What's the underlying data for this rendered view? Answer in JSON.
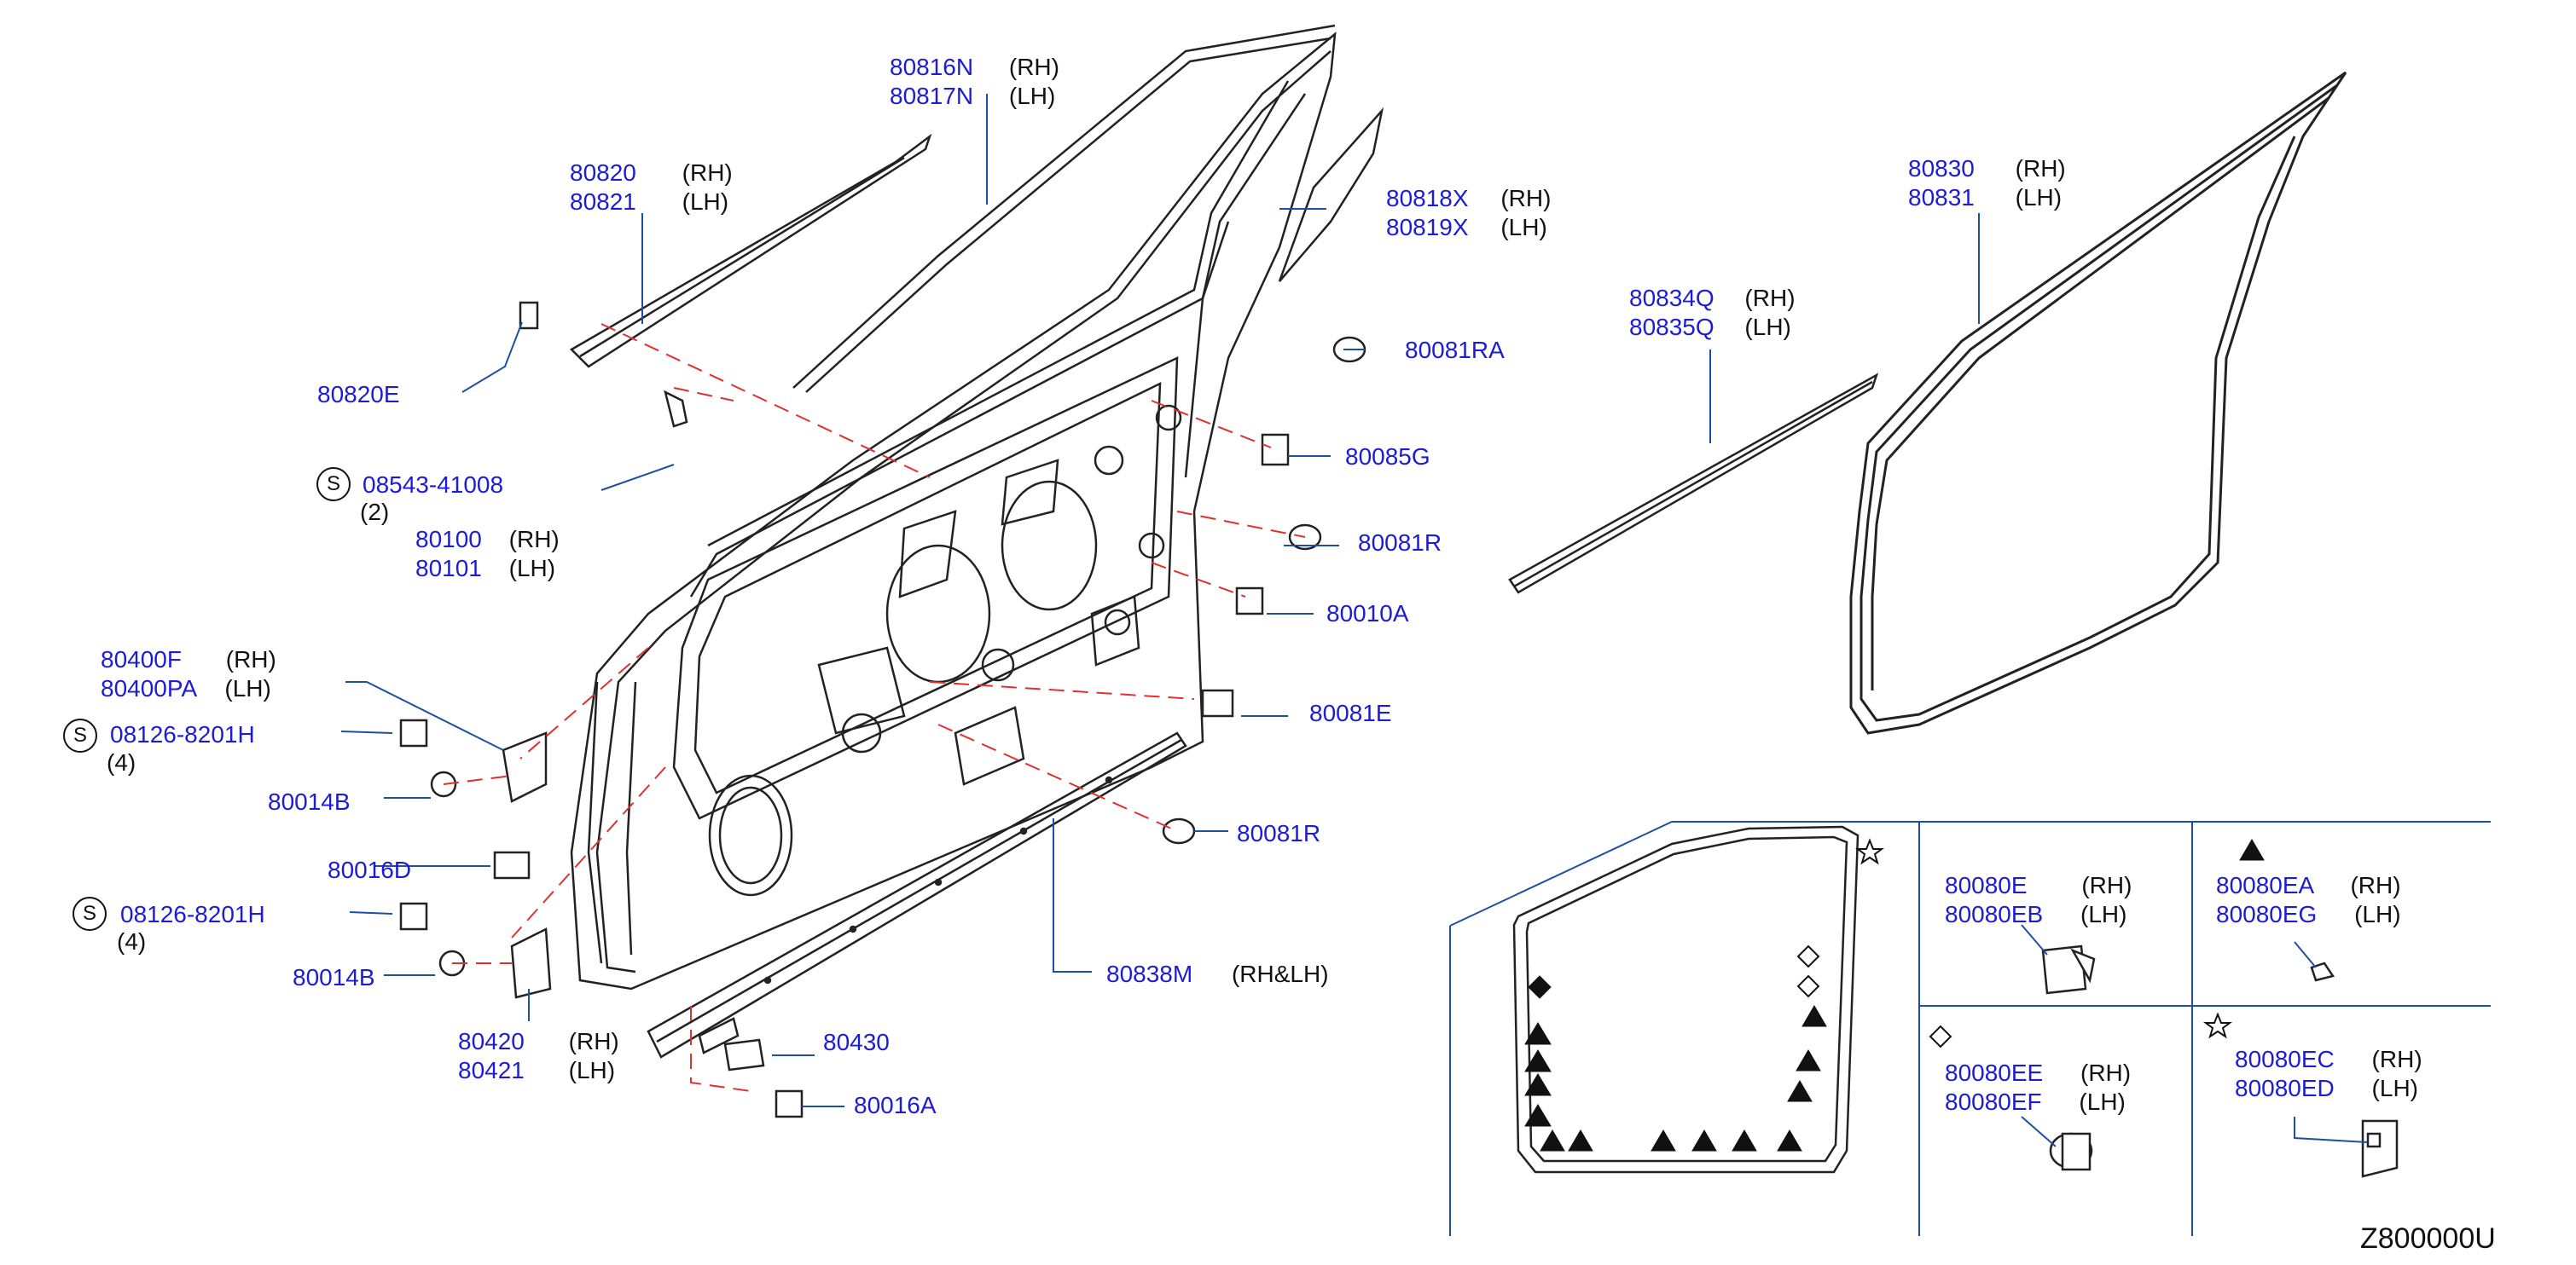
{
  "accent_color": "#1c1cd8",
  "leader_color": "#1e4fa0",
  "dash_color": "#e03030",
  "diagram_code": "Z800000U",
  "parts": [
    {
      "pn": "80816N",
      "side": "(RH)"
    },
    {
      "pn": "80817N",
      "side": "(LH)"
    },
    {
      "pn": "80820",
      "side": "(RH)"
    },
    {
      "pn": "80821",
      "side": "(LH)"
    },
    {
      "pn": "80818X",
      "side": "(RH)"
    },
    {
      "pn": "80819X",
      "side": "(LH)"
    },
    {
      "pn": "80820E"
    },
    {
      "pn": "80081RA"
    },
    {
      "pn": "08543-41008",
      "qty": "(2)",
      "symbol": "S"
    },
    {
      "pn": "80085G"
    },
    {
      "pn": "80100",
      "side": "(RH)"
    },
    {
      "pn": "80101",
      "side": "(LH)"
    },
    {
      "pn": "80081R"
    },
    {
      "pn": "80010A"
    },
    {
      "pn": "80400F",
      "side": "(RH)"
    },
    {
      "pn": "80400PA",
      "side": "(LH)"
    },
    {
      "pn": "08126-8201H",
      "qty": "(4)",
      "symbol": "S"
    },
    {
      "pn": "80081E"
    },
    {
      "pn": "80014B"
    },
    {
      "pn": "80081R"
    },
    {
      "pn": "80016D"
    },
    {
      "pn": "08126-8201H",
      "qty": "(4)",
      "symbol": "S"
    },
    {
      "pn": "80838M",
      "side": "(RH&LH)"
    },
    {
      "pn": "80014B"
    },
    {
      "pn": "80420",
      "side": "(RH)"
    },
    {
      "pn": "80421",
      "side": "(LH)"
    },
    {
      "pn": "80430"
    },
    {
      "pn": "80016A"
    },
    {
      "pn": "80834Q",
      "side": "(RH)"
    },
    {
      "pn": "80835Q",
      "side": "(LH)"
    },
    {
      "pn": "80830",
      "side": "(RH)"
    },
    {
      "pn": "80831",
      "side": "(LH)"
    }
  ],
  "legend": {
    "cells": [
      {
        "symbol": "",
        "items": [
          {
            "pn": "80080E",
            "side": "(RH)"
          },
          {
            "pn": "80080EB",
            "side": "(LH)"
          }
        ]
      },
      {
        "symbol": "▲",
        "items": [
          {
            "pn": "80080EA",
            "side": "(RH)"
          },
          {
            "pn": "80080EG",
            "side": "(LH)"
          }
        ]
      },
      {
        "symbol": "◇",
        "items": [
          {
            "pn": "80080EE",
            "side": "(RH)"
          },
          {
            "pn": "80080EF",
            "side": "(LH)"
          }
        ]
      },
      {
        "symbol": "☆",
        "items": [
          {
            "pn": "80080EC",
            "side": "(RH)"
          },
          {
            "pn": "80080ED",
            "side": "(LH)"
          }
        ]
      }
    ],
    "diagram_symbols": [
      "◆",
      "◇",
      "▲",
      "☆"
    ]
  }
}
